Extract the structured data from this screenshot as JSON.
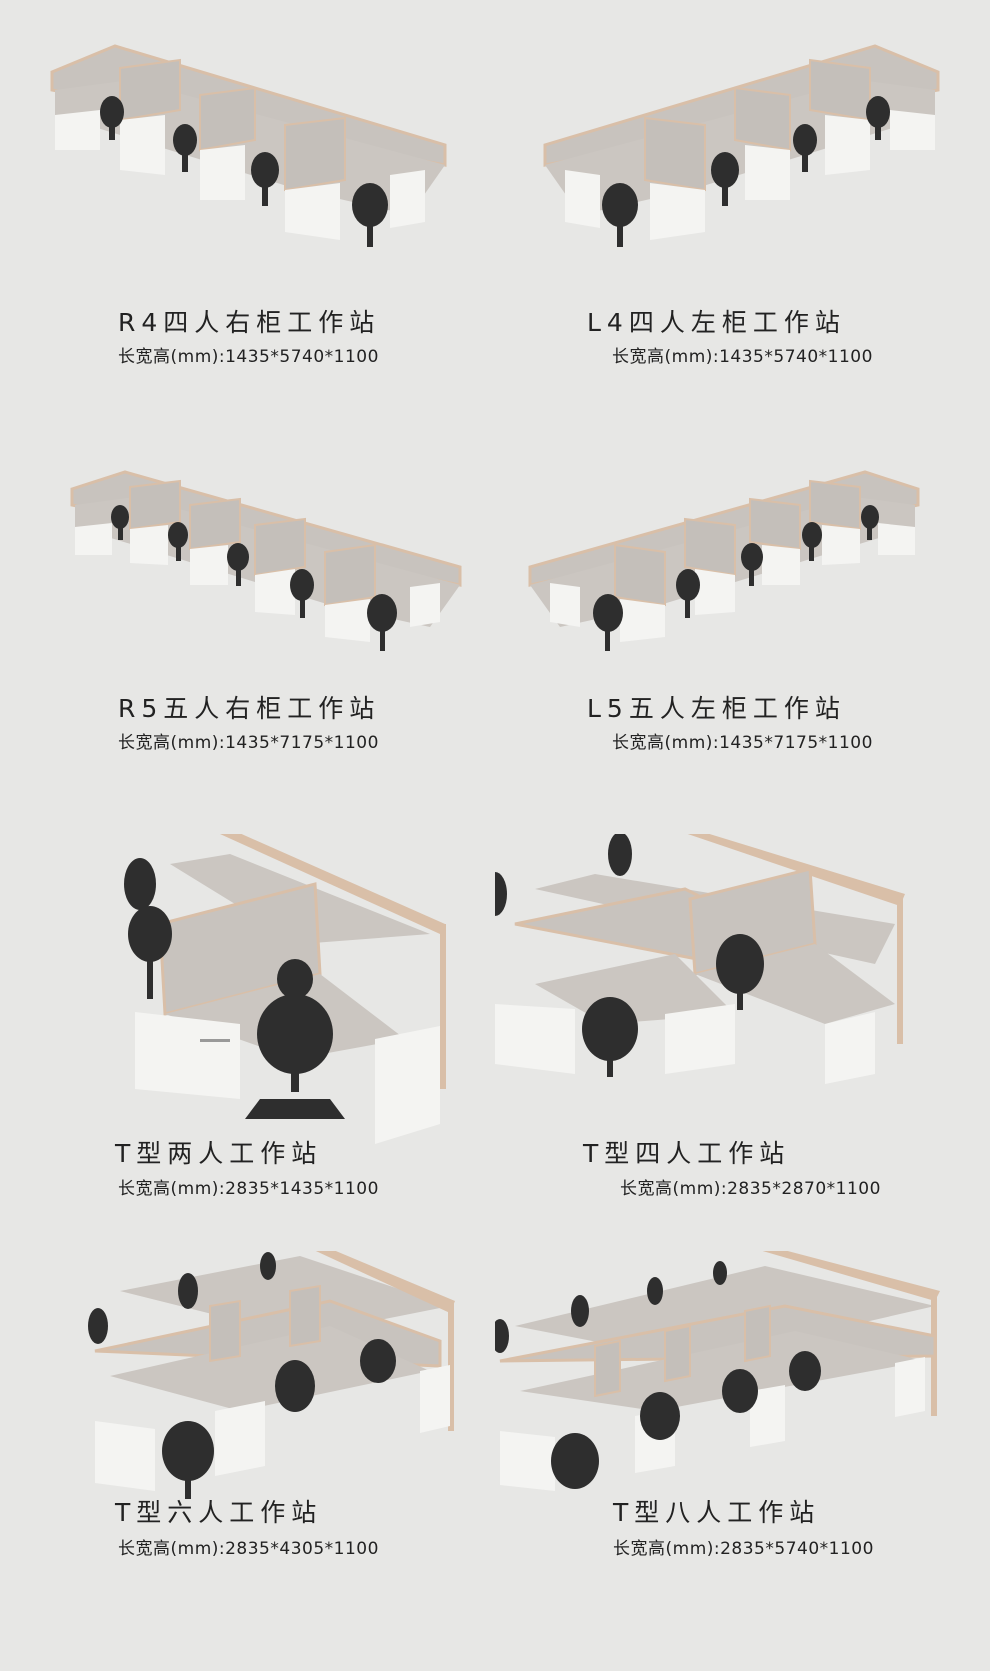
{
  "products": [
    {
      "id": "r4",
      "name": "R4四人右柜工作站",
      "dims": "长宽高(mm):1435*5740*1100",
      "seats": 4,
      "cabinet_side": "right"
    },
    {
      "id": "l4",
      "name": "L4四人左柜工作站",
      "dims": "长宽高(mm):1435*5740*1100",
      "seats": 4,
      "cabinet_side": "left"
    },
    {
      "id": "r5",
      "name": "R5五人右柜工作站",
      "dims": "长宽高(mm):1435*7175*1100",
      "seats": 5,
      "cabinet_side": "right"
    },
    {
      "id": "l5",
      "name": "L5五人左柜工作站",
      "dims": "长宽高(mm):1435*7175*1100",
      "seats": 5,
      "cabinet_side": "left"
    },
    {
      "id": "t2",
      "name": "T型两人工作站",
      "dims": "长宽高(mm):2835*1435*1100",
      "seats": 2,
      "cabinet_side": "both"
    },
    {
      "id": "t4",
      "name": "T型四人工作站",
      "dims": "长宽高(mm):2835*2870*1100",
      "seats": 4,
      "cabinet_side": "both"
    },
    {
      "id": "t6",
      "name": "T型六人工作站",
      "dims": "长宽高(mm):2835*4305*1100",
      "seats": 6,
      "cabinet_side": "both"
    },
    {
      "id": "t8",
      "name": "T型八人工作站",
      "dims": "长宽高(mm):2835*5740*1100",
      "seats": 8,
      "cabinet_side": "both"
    }
  ],
  "colors": {
    "background": "#e7e7e5",
    "panel": "#c8c3be",
    "desktop": "#cbc6c1",
    "frame": "#d9bfa8",
    "cabinet": "#f4f4f2",
    "chair": "#2e2e2e"
  }
}
